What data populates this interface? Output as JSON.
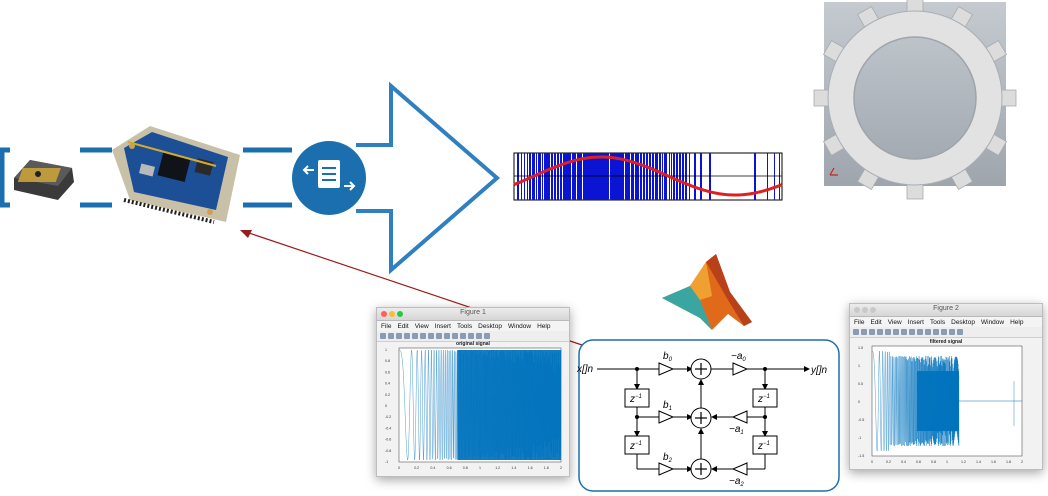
{
  "colors": {
    "connector_blue": "#1b6fae",
    "arrow_outline": "#2f80c0",
    "signal_red": "#e02020",
    "bar_blue": "#0a14d2",
    "plot_blue": "#0072bd",
    "feedback_arrow": "#9b1b1b",
    "gear_bg": "#b9bfc6"
  },
  "icons": {
    "sensor": "mems-microphone-sensor-icon",
    "fpga": "fpga-development-board-icon",
    "data_transfer": "file-transfer-icon",
    "matlab": "matlab-logo-icon",
    "cad": "gear-3d-render-icon"
  },
  "figure1": {
    "window_title": "Figure 1",
    "menu": [
      "File",
      "Edit",
      "View",
      "Insert",
      "Tools",
      "Desktop",
      "Window",
      "Help"
    ],
    "plot_title": "original signal",
    "y_ticks": [
      "1",
      "0.8",
      "0.6",
      "0.4",
      "0.2",
      "0",
      "-0.2",
      "-0.4",
      "-0.6",
      "-0.8",
      "-1"
    ],
    "x_ticks": [
      "0",
      "0.2",
      "0.4",
      "0.6",
      "0.8",
      "1",
      "1.2",
      "1.4",
      "1.6",
      "1.8",
      "2"
    ]
  },
  "figure2": {
    "window_title": "Figure 2",
    "menu": [
      "File",
      "Edit",
      "View",
      "Insert",
      "Tools",
      "Desktop",
      "Window",
      "Help"
    ],
    "plot_title": "filtered signal",
    "y_ticks": [
      "1.5",
      "1",
      "0.5",
      "0",
      "-0.5",
      "-1",
      "-1.5"
    ],
    "x_ticks": [
      "0",
      "0.2",
      "0.4",
      "0.6",
      "0.8",
      "1",
      "1.2",
      "1.4",
      "1.6",
      "1.8",
      "2"
    ]
  },
  "filter": {
    "input_label": "x[]n",
    "output_label": "y[]n",
    "delay_label": "z",
    "delay_exp": "−1",
    "coef_b0": "b",
    "coef_b0_sub": "0",
    "coef_b1": "b",
    "coef_b1_sub": "1",
    "coef_b2": "b",
    "coef_b2_sub": "2",
    "coef_a0": "−a",
    "coef_a0_sub": "0",
    "coef_a1": "−a",
    "coef_a1_sub": "1",
    "coef_a2": "−a",
    "coef_a2_sub": "2"
  }
}
